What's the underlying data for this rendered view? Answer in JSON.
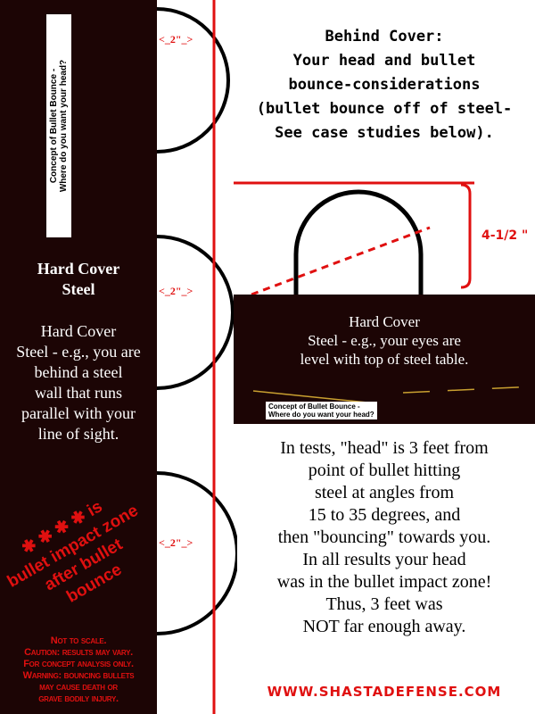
{
  "left_panel": {
    "concept_label_1": "Concept of Bullet Bounce -",
    "concept_label_2": "Where do you want your head?",
    "heading_1": "Hard Cover",
    "heading_2": "Steel",
    "desc": [
      "Hard Cover",
      "Steel - e.g., you are",
      "behind a steel",
      "wall that runs",
      "parallel with your",
      "line of sight."
    ],
    "zone_text": [
      "✱ ✱ ✱ ✱ is",
      "bullet impact zone",
      "after bullet",
      "bounce"
    ],
    "warnings": [
      "Not to scale.",
      "Caution: results may vary.",
      "For concept analysis only.",
      "Warning: bouncing bullets",
      "may cause death or",
      "grave bodily injury."
    ]
  },
  "middle_strip": {
    "measure_label": "<_2\"_>"
  },
  "right": {
    "title": [
      "Behind Cover:",
      "Your head and bullet",
      "bounce-considerations",
      "(bullet bounce off of steel-",
      "See case studies below)."
    ],
    "dimension": "4-1/2 \"",
    "box_lines": [
      "Hard Cover",
      "Steel - e.g., your eyes are",
      "level with top of steel table."
    ],
    "box_label_1": "Concept of Bullet Bounce -",
    "box_label_2": "Where do you want your head?",
    "body": [
      "In tests, \"head\" is 3 feet from",
      "point of bullet hitting",
      "steel at angles from",
      "15 to 35 degrees, and",
      "then \"bouncing\" towards you.",
      "In all results your head",
      "was in the bullet impact zone!",
      "Thus, 3 feet was",
      "NOT far enough away."
    ],
    "website": "WWW.SHASTADEFENSE.COM"
  }
}
